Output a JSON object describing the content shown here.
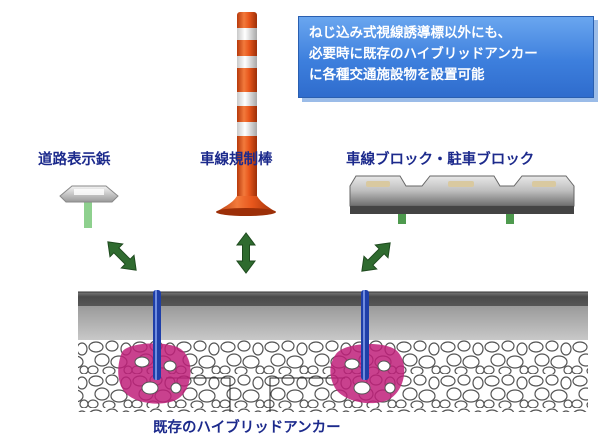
{
  "callout": {
    "lines": [
      "ねじ込み式視線誘導標以外にも、",
      "必要時に既存のハイブリッドアンカー",
      "に各種交通施設物を設置可能"
    ]
  },
  "labels": {
    "road_stud": "道路表示鋲",
    "lane_post": "車線規制棒",
    "lane_block": "車線ブロック・駐車ブロック",
    "anchor": "既存のハイブリッドアンカー"
  },
  "colors": {
    "callout": "#3d7fdd",
    "label_text": "#1c2a8c",
    "post_orange": "#e8571c",
    "arrow_green": "#2f6b2f",
    "anchor_blue": "#1f3fa8",
    "resin_magenta": "#c0207a"
  },
  "icons": [
    "double-arrow-icon"
  ]
}
